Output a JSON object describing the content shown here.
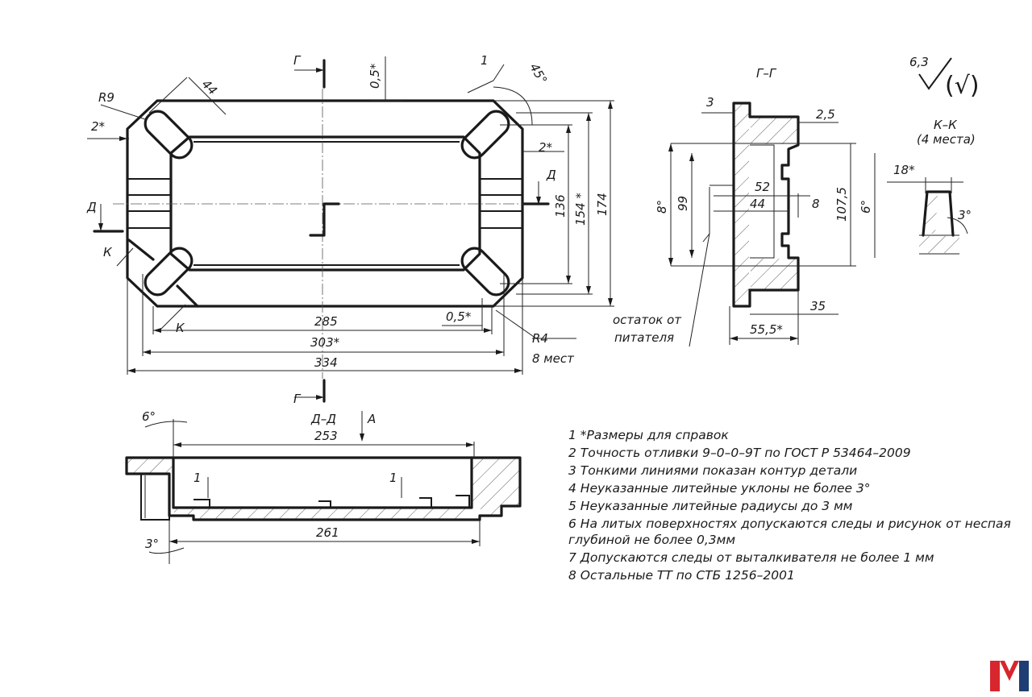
{
  "sections": {
    "g_marker": "Г",
    "gg_title": "Г–Г",
    "kk_title": "К–К",
    "kk_sub": "(4 места)",
    "d_marker": "Д",
    "dd_title": "Д–Д",
    "k_marker": "К",
    "a_marker": "А"
  },
  "roughness": {
    "value": "6,3",
    "paren": "(√)"
  },
  "plan_dims": {
    "r9": "R9",
    "d44": "44",
    "d2a": "2*",
    "d05a": "0,5*",
    "d1": "1",
    "d45": "45°",
    "d2b": "2*",
    "d136": "136",
    "d154": "154 *",
    "d174": "174",
    "d285": "285",
    "d303": "303*",
    "d334": "334",
    "d05b": "0,5*",
    "r4": "R4",
    "r4_note": "8 мест"
  },
  "gg_dims": {
    "d3": "3",
    "d25": "2,5",
    "d8deg": "8°",
    "d99": "99",
    "d52": "52",
    "d44": "44",
    "d8": "8",
    "d1075": "107,5",
    "d6deg": "6°",
    "d35": "35",
    "d555": "55,5*",
    "feeder_l1": "остаток от",
    "feeder_l2": "питателя"
  },
  "kk_dims": {
    "d18": "18*",
    "d3deg": "3°"
  },
  "dd_dims": {
    "d6deg": "6°",
    "d253": "253",
    "d1a": "1",
    "d1b": "1",
    "d261": "261",
    "d3deg": "3°"
  },
  "notes": [
    "1  *Размеры для справок",
    "2  Точность отливки 9–0–0–9Т по ГОСТ Р 53464–2009",
    "3  Тонкими линиями показан контур детали",
    "4  Неуказанные литейные уклоны не более 3°",
    "5  Неуказанные литейные радиусы до 3 мм",
    "6  На литых поверхностях допускаются следы и рисунок от неспая",
    "глубиной не более 0,3мм",
    "7  Допускаются следы от выталкивателя не более 1 мм",
    "8  Остальные ТТ по СТБ 1256–2001"
  ],
  "logo": {
    "letter": "M",
    "colors": {
      "red": "#d7262e",
      "blue": "#1f3e73"
    }
  }
}
